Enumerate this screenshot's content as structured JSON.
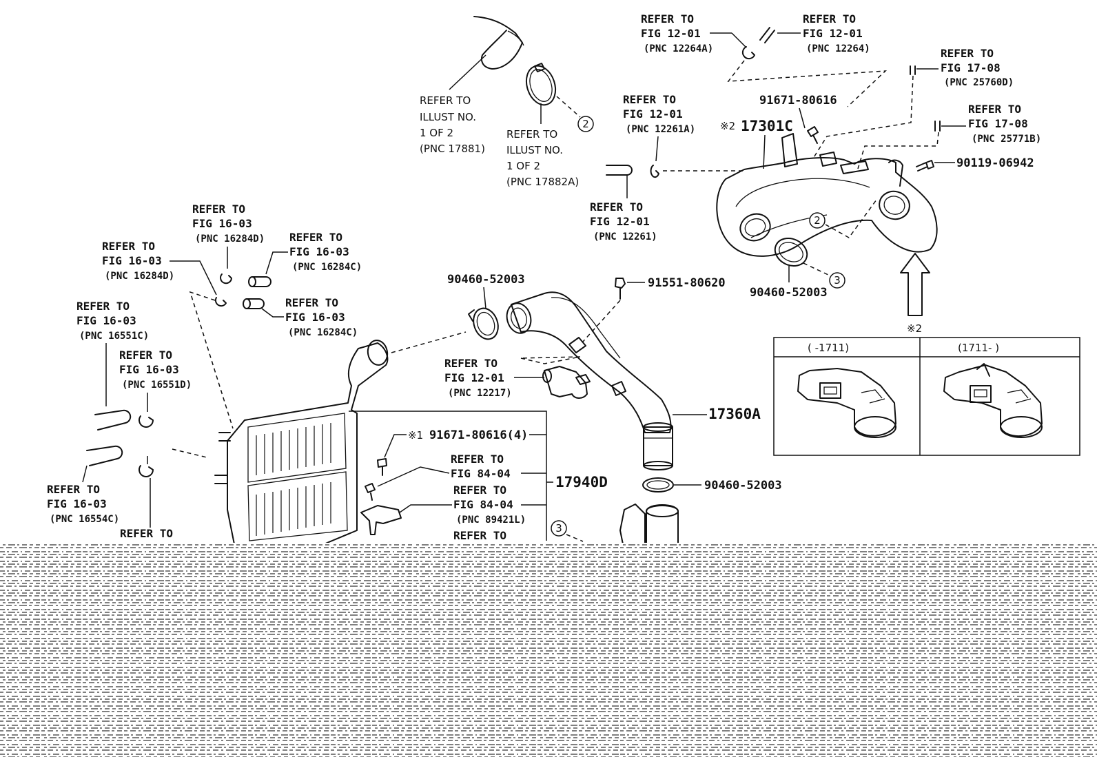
{
  "labels": {
    "refer_to": "REFER TO",
    "illust_no": "ILLUST NO.",
    "one_of_two": "1 OF 2",
    "fig_12_01": "FIG 12-01",
    "fig_16_03": "FIG 16-03",
    "fig_17_08": "FIG 17-08",
    "fig_84_04": "FIG 84-04"
  },
  "pnc": {
    "p17881": "(PNC 17881)",
    "p17882a": "(PNC 17882A)",
    "p12264a": "(PNC 12264A)",
    "p12264": "(PNC 12264)",
    "p25760d": "(PNC 25760D)",
    "p25771b": "(PNC 25771B)",
    "p12261a": "(PNC 12261A)",
    "p12261": "(PNC 12261)",
    "p16284d": "(PNC 16284D)",
    "p16284c": "(PNC 16284C)",
    "p16551c": "(PNC 16551C)",
    "p16551d": "(PNC 16551D)",
    "p16554c": "(PNC 16554C)",
    "p12217": "(PNC 12217)",
    "p89421l": "(PNC 89421L)"
  },
  "part_numbers": {
    "pn_91671_80616": "91671-80616",
    "pn_17301c": "17301C",
    "pn_90119_06942": "90119-06942",
    "pn_90460_52003": "90460-52003",
    "pn_91551_80620": "91551-80620",
    "pn_17360a": "17360A",
    "pn_91671_80616_4": "91671-80616(4)",
    "pn_17940d": "17940D"
  },
  "marks": {
    "note_1": "※1",
    "note_2": "※2"
  },
  "callouts": [
    "2",
    "3"
  ],
  "inset": {
    "col_left": "(      -1711)",
    "col_right": "(1711-      )"
  },
  "icons": [
    "hose-clamp-icon",
    "bolt-icon",
    "sensor-icon",
    "up-arrow-icon"
  ]
}
